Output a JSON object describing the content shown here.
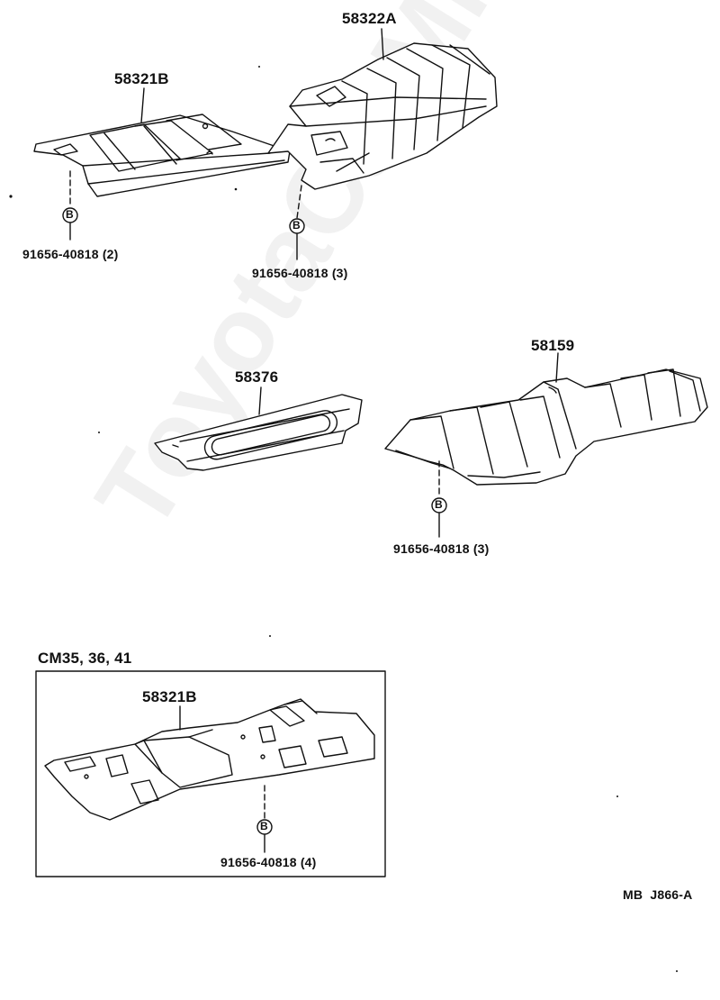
{
  "parts": {
    "p1": "58321B",
    "p2": "58322A",
    "p3": "58376",
    "p4": "58159",
    "p5": "58321B"
  },
  "bolts": {
    "symbol": "B",
    "b1": "91656-40818 (2)",
    "b2": "91656-40818 (3)",
    "b3": "91656-40818 (3)",
    "b4": "91656-40818 (4)"
  },
  "box": {
    "label": "CM35, 36, 41"
  },
  "reference": "MB  J866-A",
  "watermark": "ToyotaCarMine.ru"
}
